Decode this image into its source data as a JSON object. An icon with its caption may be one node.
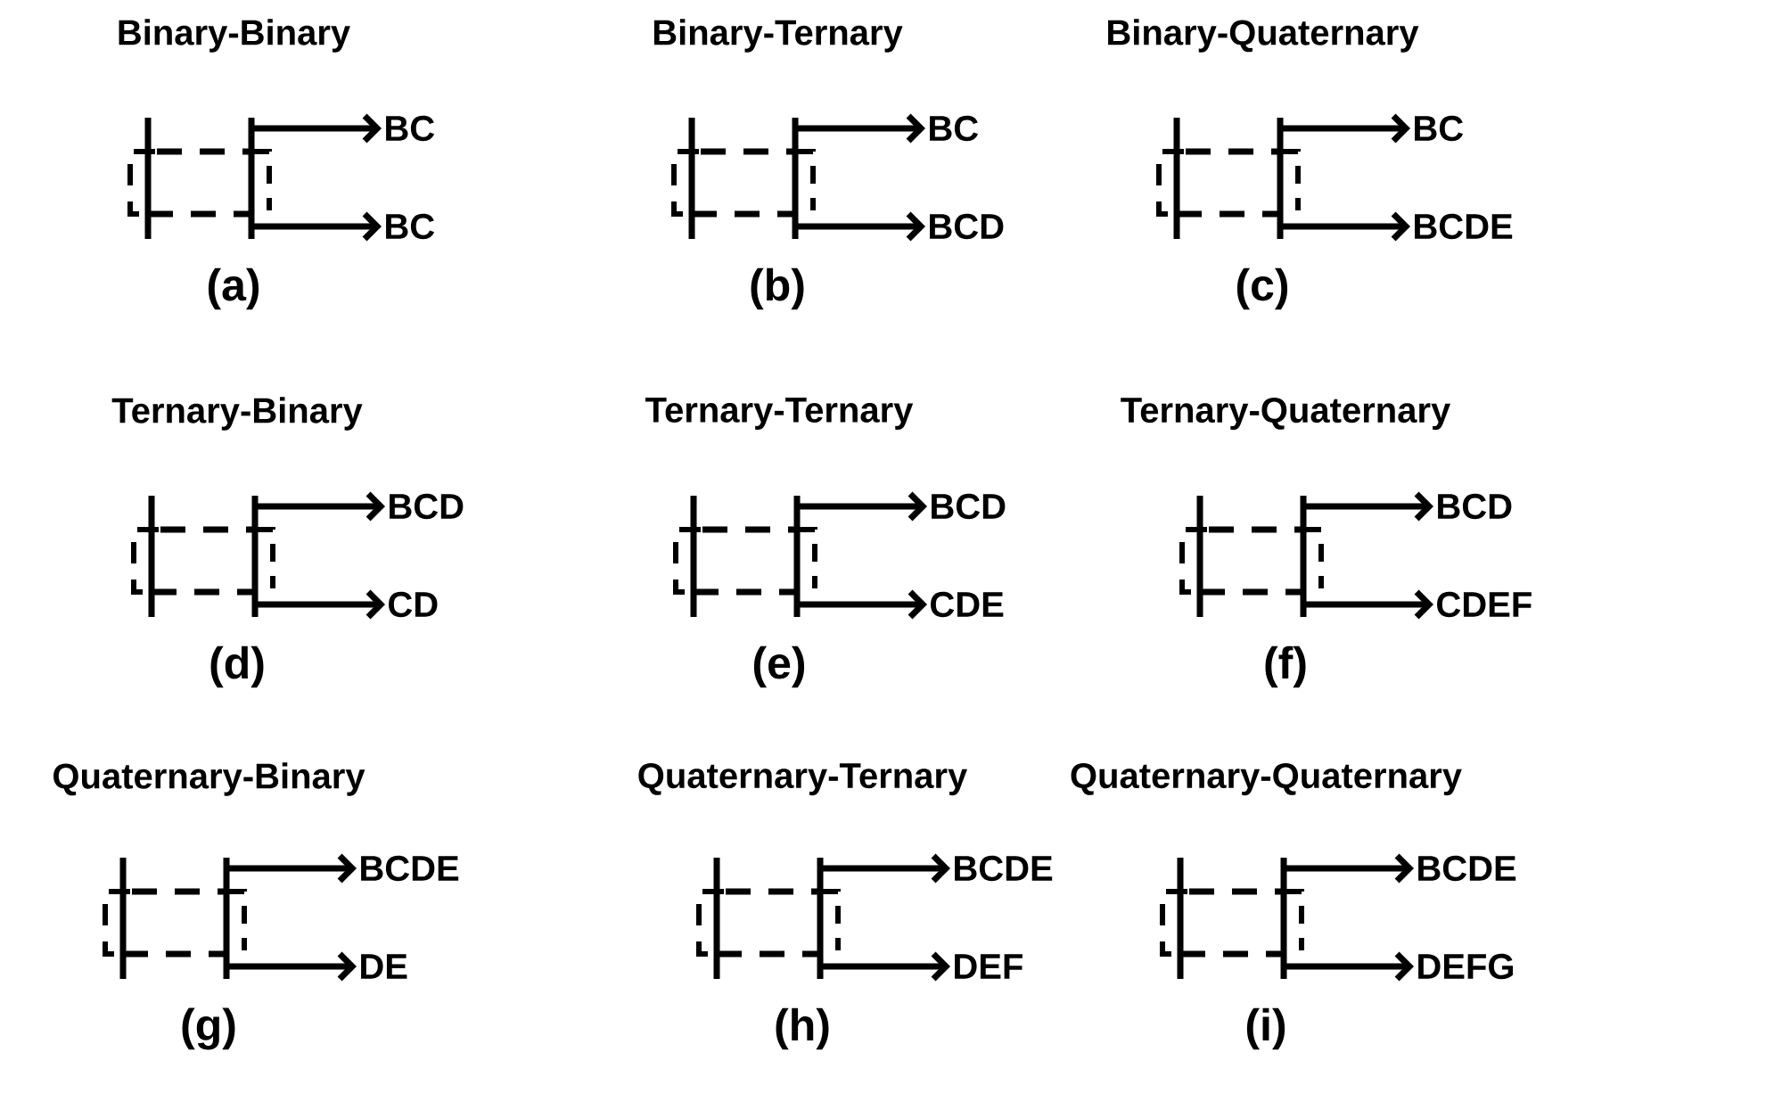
{
  "diagram": {
    "nodes": [
      {
        "text": [
          "BC"
        ]
      },
      {
        "text": [
          "BC"
        ]
      },
      {
        "text": [
          "BC"
        ]
      },
      {
        "text": [
          "BCD"
        ]
      },
      {
        "text": [
          "BC"
        ]
      },
      {
        "text": [
          "BCDE"
        ]
      },
      {
        "text": [
          "BCD"
        ]
      },
      {
        "text": [
          "CD"
        ]
      },
      {
        "text": [
          "BCD"
        ]
      },
      {
        "text": [
          "CDE"
        ]
      },
      {
        "text": [
          "BCD"
        ]
      },
      {
        "text": [
          "CDEF"
        ]
      },
      {
        "text": [
          "BCDE"
        ]
      },
      {
        "text": [
          "DE"
        ]
      },
      {
        "text": [
          "BCDE"
        ]
      },
      {
        "text": [
          "DEF"
        ]
      },
      {
        "text": [
          "BCDE"
        ]
      },
      {
        "text": [
          "DEFG"
        ]
      }
    ],
    "edges": [
      {
        "from": null,
        "to": 0,
        "arrow": "to"
      },
      {
        "from": null,
        "to": 1,
        "arrow": "to"
      },
      {
        "from": null,
        "to": 2,
        "arrow": "to"
      },
      {
        "from": null,
        "to": 3,
        "arrow": "to"
      },
      {
        "from": null,
        "to": 4,
        "arrow": "to"
      },
      {
        "from": null,
        "to": 5,
        "arrow": "to"
      },
      {
        "from": null,
        "to": 6,
        "arrow": "to"
      },
      {
        "from": null,
        "to": 7,
        "arrow": "to"
      },
      {
        "from": null,
        "to": 8,
        "arrow": "to"
      },
      {
        "from": null,
        "to": 9,
        "arrow": "to"
      },
      {
        "from": null,
        "to": 10,
        "arrow": "to"
      },
      {
        "from": null,
        "to": 11,
        "arrow": "to"
      },
      {
        "from": null,
        "to": 12,
        "arrow": "to"
      },
      {
        "from": null,
        "to": 13,
        "arrow": "to"
      },
      {
        "from": null,
        "to": 14,
        "arrow": "to"
      },
      {
        "from": null,
        "to": 15,
        "arrow": "to"
      },
      {
        "from": null,
        "to": 16,
        "arrow": "to"
      },
      {
        "from": null,
        "to": 17,
        "arrow": "to"
      }
    ],
    "labels": [
      "Binary-Binary",
      "Binary-Ternary",
      "Binary-Quaternary",
      "(a)",
      "(b)",
      "(c)",
      "Ternary-Binary",
      "Ternary-Ternary",
      "Ternary-Quaternary",
      "(d)",
      "(e)",
      "(f)",
      "Quaternary-Binary",
      "Quaternary-Ternary",
      "Quaternary-Quaternary",
      "(g)",
      "(h)",
      "(i)"
    ]
  }
}
